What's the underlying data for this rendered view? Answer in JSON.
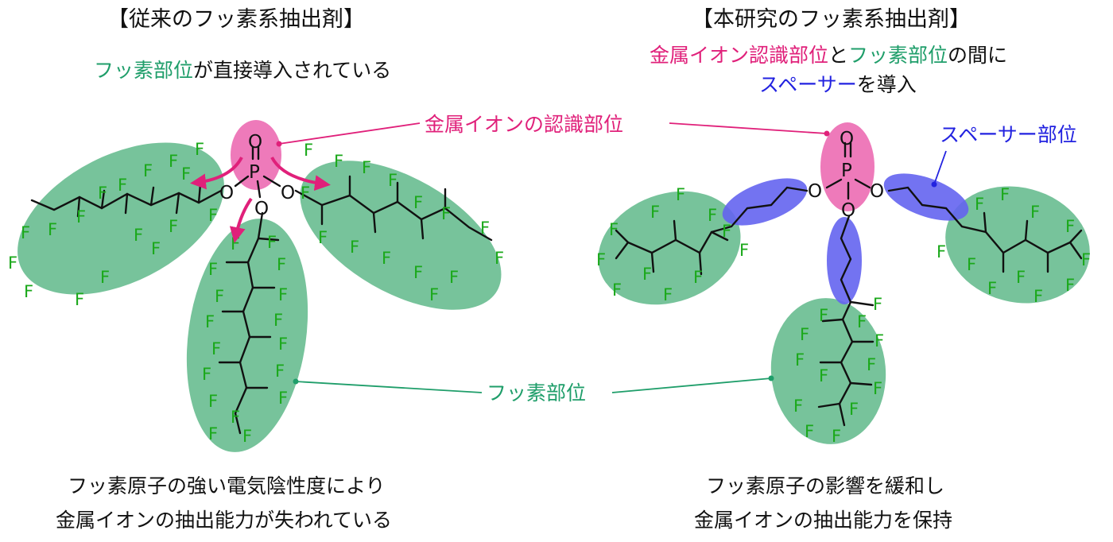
{
  "left": {
    "heading": "【従来のフッ素系抽出剤】",
    "subtitle_green": "フッ素部位",
    "subtitle_rest": "が直接導入されている",
    "caption_line1": "フッ素原子の強い電気陰性度により",
    "caption_line2": "金属イオンの抽出能力が失われている"
  },
  "right": {
    "heading": "【本研究のフッ素系抽出剤】",
    "subtitle_line1_pink": "金属イオン認識部位",
    "subtitle_line1_mid": "と",
    "subtitle_line1_green": "フッ素部位",
    "subtitle_line1_end": "の間に",
    "subtitle_line2_blue": "スペーサー",
    "subtitle_line2_end": "を導入",
    "caption_line1": "フッ素原子の影響を緩和し",
    "caption_line2": "金属イオンの抽出能力を保持"
  },
  "labels": {
    "recognition_site": "金属イオンの認識部位",
    "fluorine_site": "フッ素部位",
    "spacer_site": "スペーサー部位"
  },
  "atoms": {
    "fluorine": "F",
    "phosphorus": "P",
    "oxygen": "O"
  },
  "colors": {
    "fluorine_region": "#5fb98a",
    "recognition_region": "#ec6bb3",
    "spacer_region": "#6464f0",
    "fluorine_text": "#1aa81a",
    "label_green": "#1f9e6a",
    "label_pink": "#e0207a",
    "label_blue": "#2222e0"
  }
}
